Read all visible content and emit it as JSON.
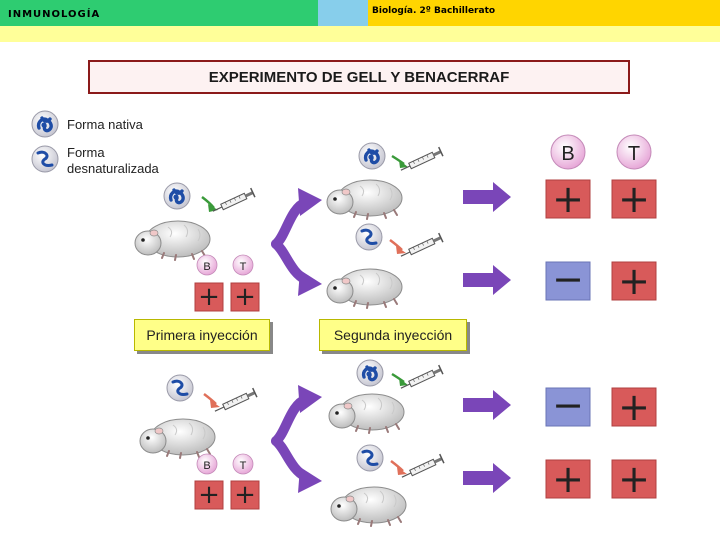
{
  "header": {
    "subject": "INMUNOLOGÍA",
    "course": "Biología. 2º Bachillerato"
  },
  "title": "EXPERIMENTO DE GELL Y BENACERRAF",
  "legend": {
    "native": "Forma nativa",
    "denatured_1": "Forma",
    "denatured_2": "desnaturalizada"
  },
  "buttons": {
    "first": "Primera inyección",
    "second": "Segunda inyección"
  },
  "result_headers": {
    "b": "B",
    "t": "T"
  },
  "small_labels": {
    "b": "B",
    "t": "T"
  },
  "first_injection_results": [
    {
      "b": "+",
      "t": "+"
    },
    {
      "b": "+",
      "t": "+"
    }
  ],
  "second_injection_results": [
    {
      "b": "+",
      "t": "+"
    },
    {
      "b": "−",
      "t": "+"
    },
    {
      "b": "−",
      "t": "+"
    },
    {
      "b": "+",
      "t": "+"
    }
  ],
  "colors": {
    "positive_box": "#d85a5a",
    "negative_box": "#8a94d6",
    "arrow": "#7a46b8",
    "antigen_native": "#1f4da6",
    "antigen_denatured": "#1f4da6"
  }
}
